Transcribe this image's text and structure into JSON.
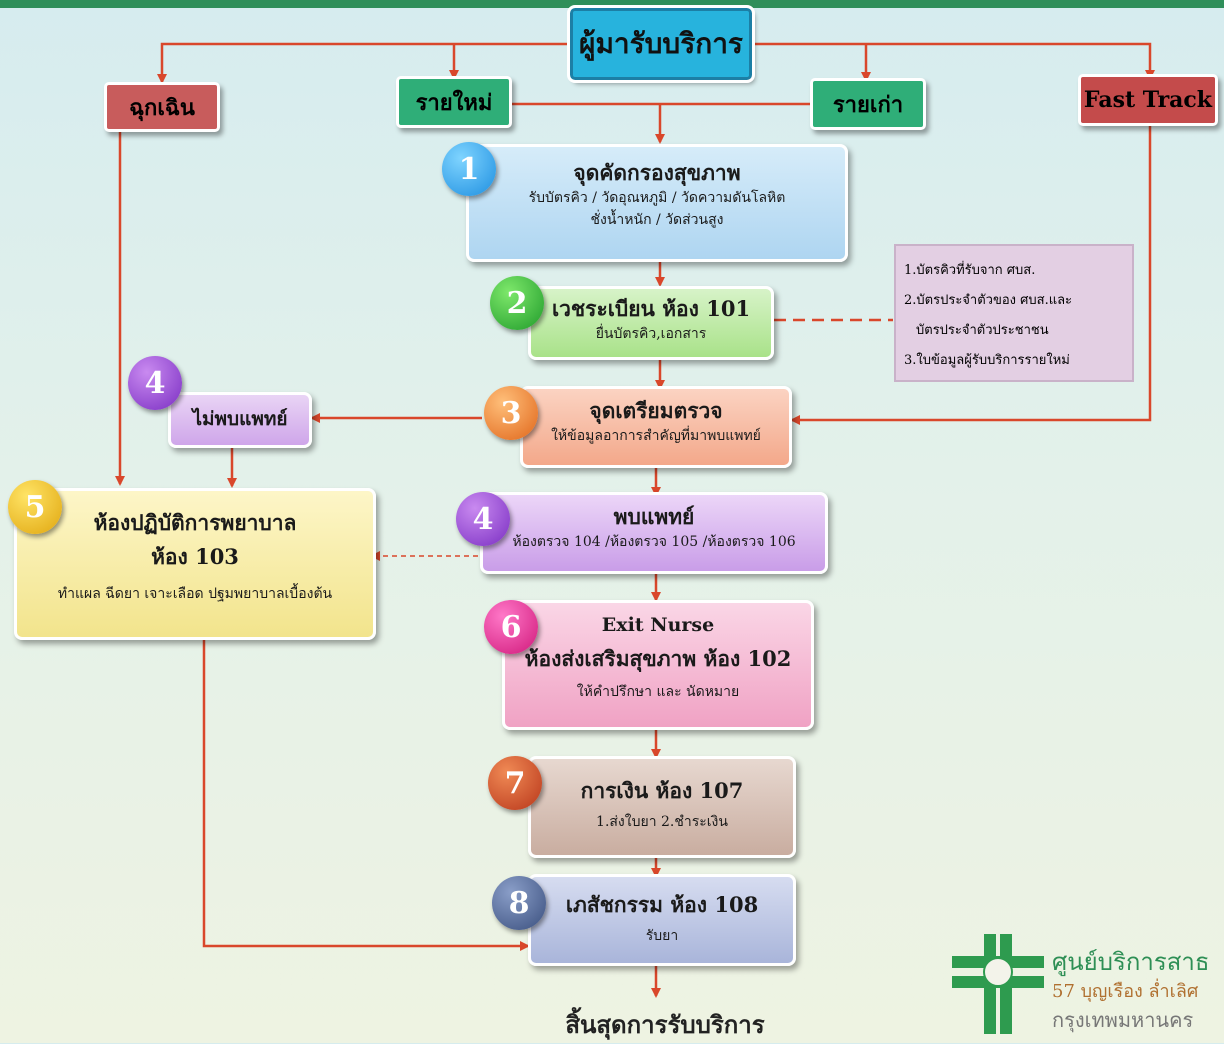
{
  "top": {
    "title": "ผู้มารับบริการ"
  },
  "entry_labels": {
    "emergency": "ฉุกเฉิน",
    "new": "รายใหม่",
    "old": "รายเก่า",
    "fast_track": "Fast Track"
  },
  "steps": {
    "s1": {
      "num": "1",
      "title": "จุดคัดกรองสุขภาพ",
      "line1": "รับบัตรคิว / วัดอุณหภูมิ / วัดความดันโลหิต",
      "line2": "ชั่งน้ำหนัก / วัดส่วนสูง"
    },
    "s2": {
      "num": "2",
      "title": "เวชระเบียน ห้อง 101",
      "line1": "ยื่นบัตรคิว,เอกสาร"
    },
    "s3": {
      "num": "3",
      "title": "จุดเตรียมตรวจ",
      "line1": "ให้ข้อมูลอาการสำคัญที่มาพบแพทย์"
    },
    "s4a": {
      "num": "4",
      "title": "ไม่พบแพทย์"
    },
    "s4": {
      "num": "4",
      "title": "พบแพทย์",
      "line1": "ห้องตรวจ 104 /ห้องตรวจ 105 /ห้องตรวจ 106"
    },
    "s5": {
      "num": "5",
      "title": "ห้องปฏิบัติการพยาบาล",
      "title2": "ห้อง 103",
      "line1": "ทำแผล ฉีดยา เจาะเลือด ปฐมพยาบาลเบื้องต้น"
    },
    "s6": {
      "num": "6",
      "title0": "Exit Nurse",
      "title": "ห้องส่งเสริมสุขภาพ ห้อง 102",
      "line1": "ให้คำปรึกษา และ นัดหมาย"
    },
    "s7": {
      "num": "7",
      "title": "การเงิน ห้อง 107",
      "line1": "1.ส่งใบยา  2.ชำระเงิน"
    },
    "s8": {
      "num": "8",
      "title": "เภสัชกรรม ห้อง 108",
      "line1": "รับยา"
    }
  },
  "note": {
    "items": [
      "1.บัตรคิวที่รับจาก ศบส.",
      "2.บัตรประจำตัวของ ศบส.และ",
      "บัตรประจำตัวประชาชน",
      "3.ใบข้อมูลผู้รับบริการรายใหม่"
    ]
  },
  "end": {
    "label": "สิ้นสุดการรับบริการ"
  },
  "logo": {
    "line1": "ศูนย์บริการสาธ",
    "line2": "57 บุญเรือง ล่ำเลิศ",
    "line3": "กรุงเทพมหานคร"
  },
  "colors": {
    "connector": "#d9472b",
    "title_box": "#27b3dd",
    "emergency": "#c85c5c",
    "new_old": "#2fae78",
    "fast_track": "#c44b4b"
  }
}
